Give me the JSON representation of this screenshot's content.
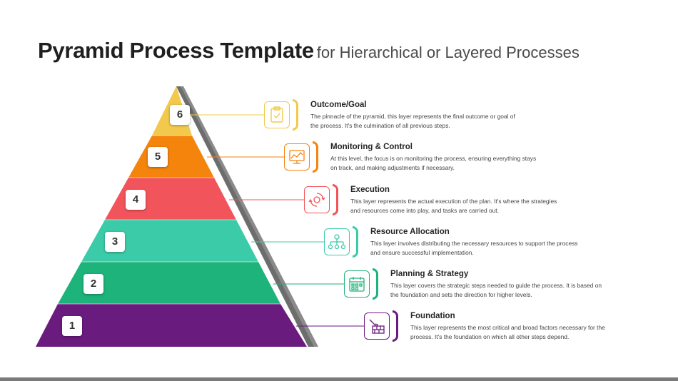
{
  "title": {
    "main": "Pyramid Process Template",
    "sub": "for Hierarchical or Layered Processes"
  },
  "layers": [
    {
      "number": "6",
      "title": "Outcome/Goal",
      "desc1": "The pinnacle of the pyramid, this layer represents the final outcome or goal of",
      "desc2": "the process. It's the culmination of all previous steps.",
      "color": "#F2C94C",
      "icon": "clipboard-check-icon"
    },
    {
      "number": "5",
      "title": "Monitoring & Control",
      "desc1": "At this level, the focus is on monitoring the process, ensuring everything stays",
      "desc2": "on track, and making adjustments if necessary.",
      "color": "#F5840C",
      "icon": "monitoring-chart-icon"
    },
    {
      "number": "4",
      "title": "Execution",
      "desc1": "This layer represents the actual execution of the plan. It's where the strategies",
      "desc2": "and resources come into play, and tasks are carried out.",
      "color": "#F2545B",
      "icon": "gear-cycle-icon"
    },
    {
      "number": "3",
      "title": "Resource Allocation",
      "desc1": "This layer involves distributing the necessary resources to support the process",
      "desc2": "and ensure successful implementation.",
      "color": "#3CCBA8",
      "icon": "hierarchy-icon"
    },
    {
      "number": "2",
      "title": "Planning & Strategy",
      "desc1": "This layer covers the strategic steps needed to guide the process. It is based on",
      "desc2": "the foundation and sets the direction for higher levels.",
      "color": "#1DB37A",
      "icon": "calendar-plan-icon"
    },
    {
      "number": "1",
      "title": "Foundation",
      "desc1": "This layer represents the most critical and broad factors necessary for the",
      "desc2": "process. It's the foundation on which all other steps depend.",
      "color": "#6A1B7E",
      "icon": "brick-wall-icon"
    }
  ]
}
